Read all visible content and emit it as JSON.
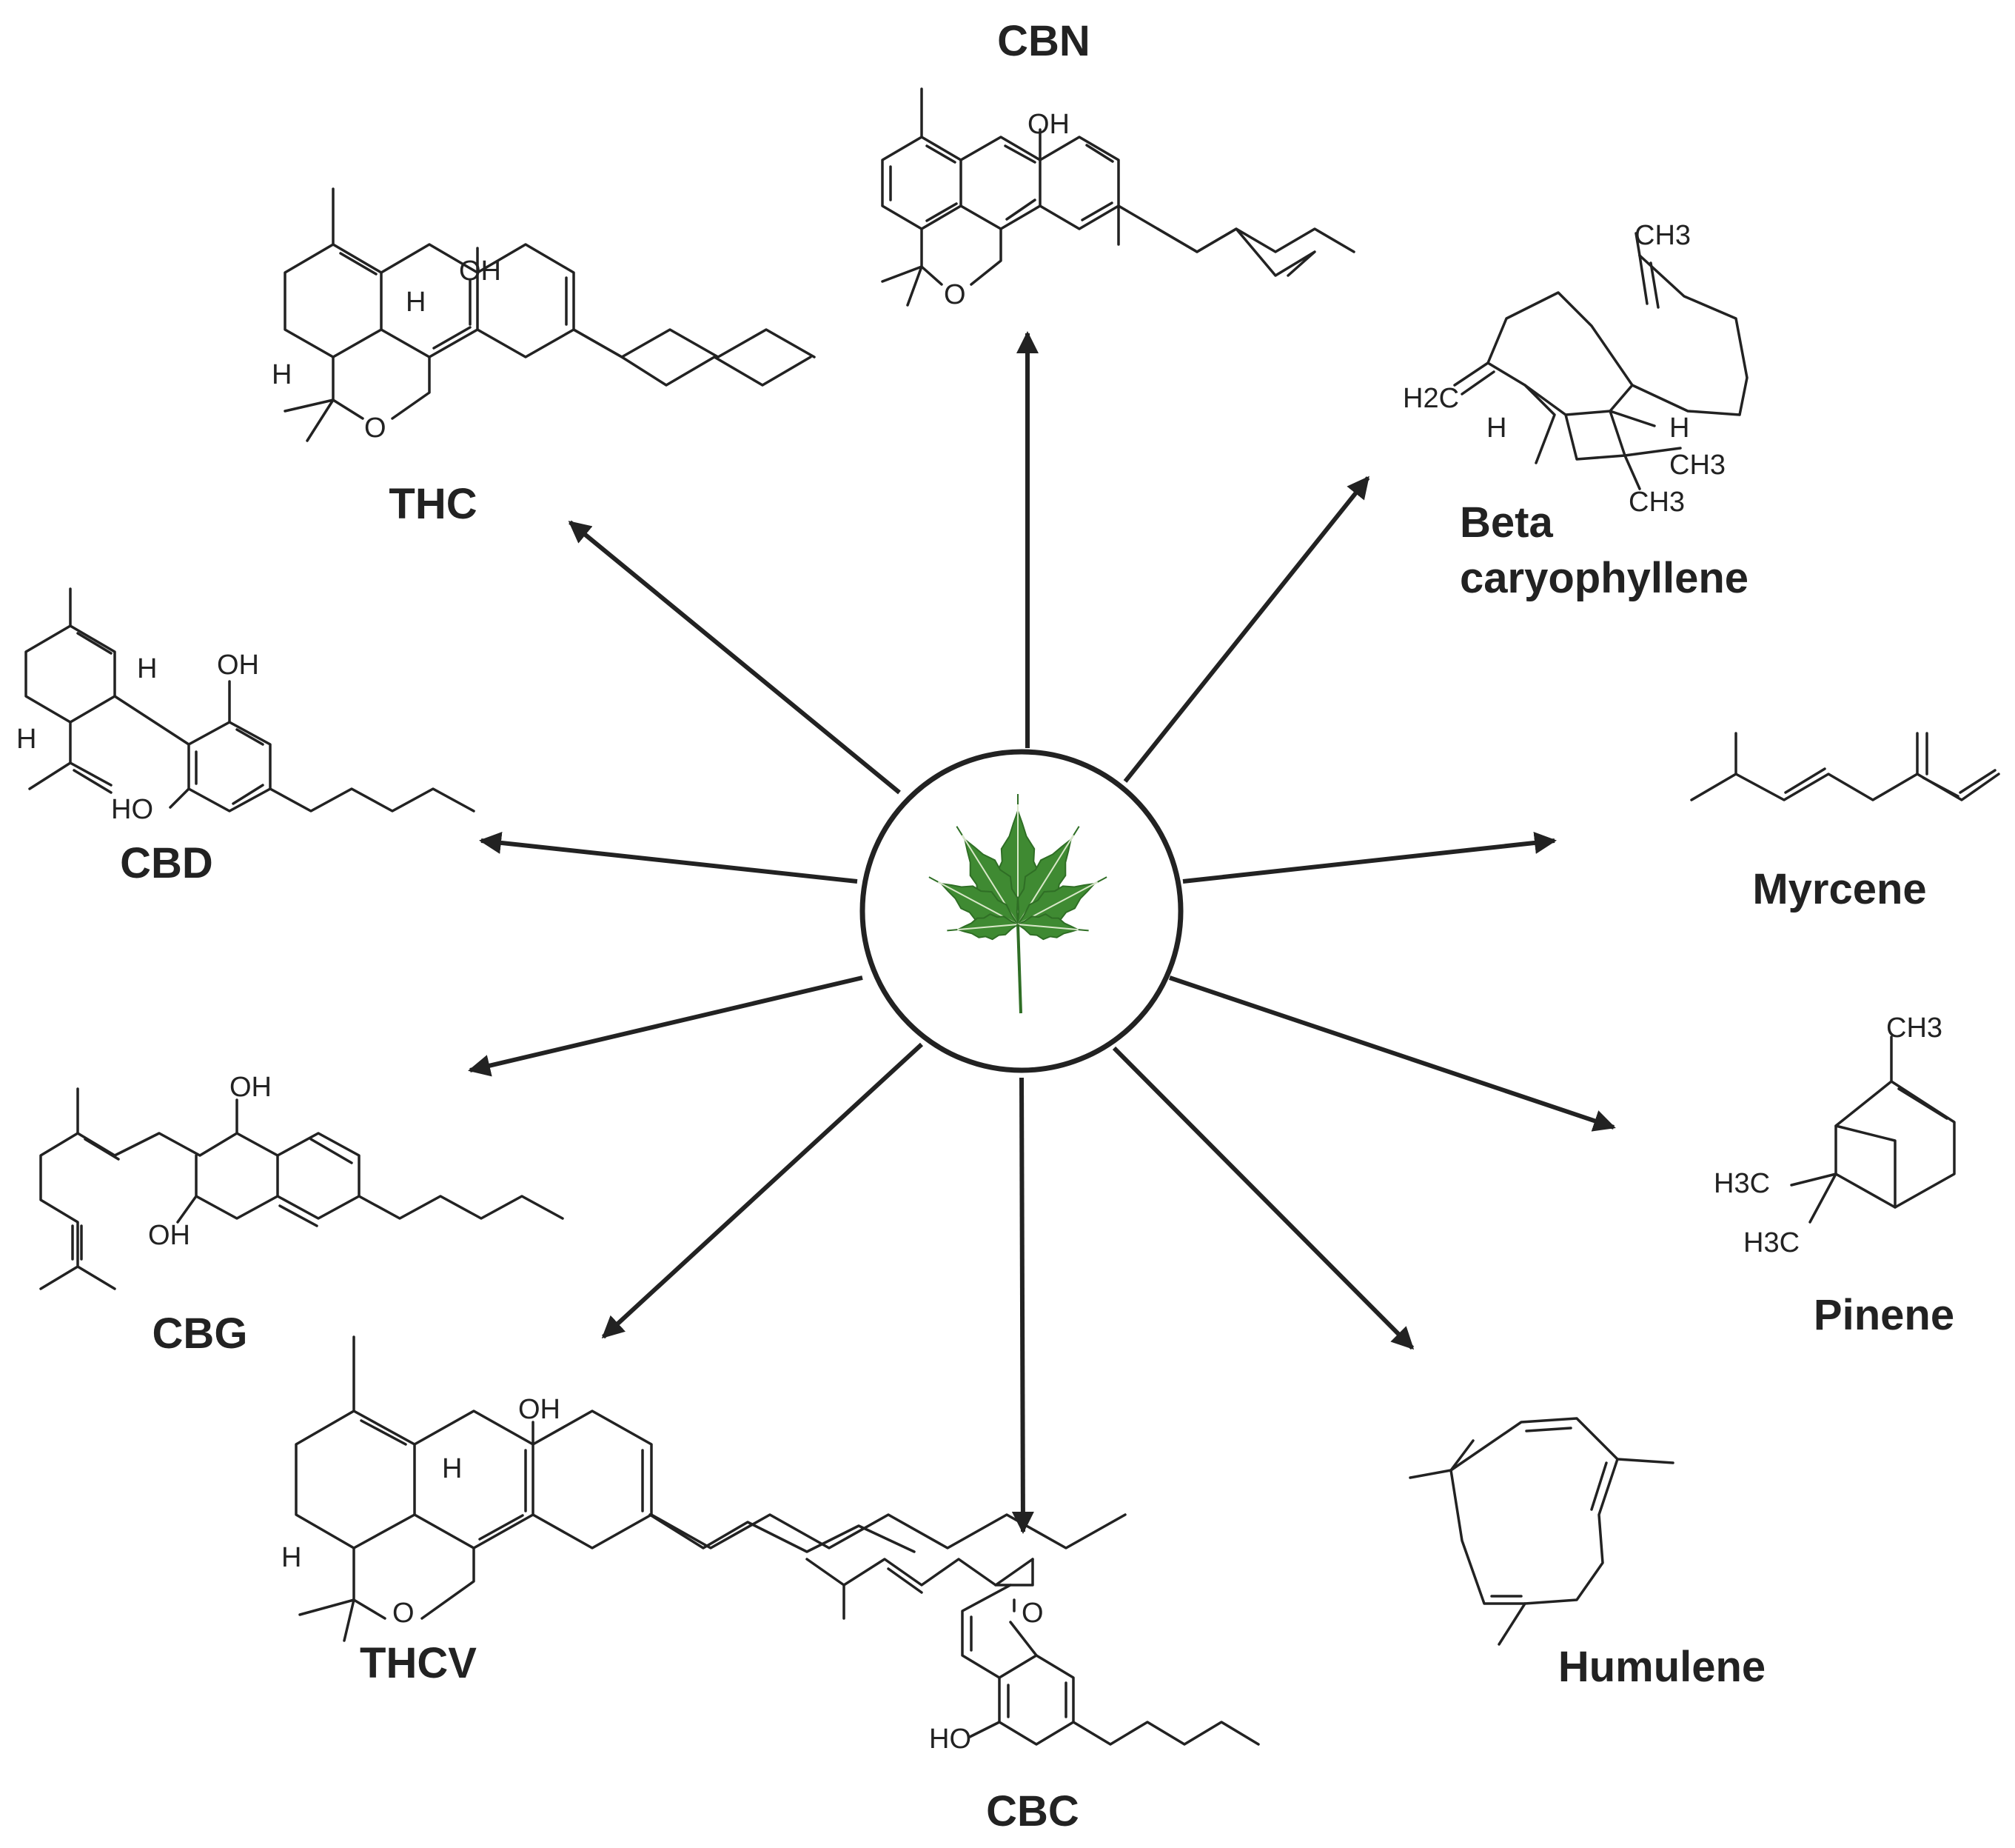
{
  "center": {
    "icon": "cannabis-leaf-icon",
    "leaf_color": "#3f8a32",
    "leaf_dark": "#2f6e25"
  },
  "line_color": "#222222",
  "compounds": [
    {
      "id": "cbn",
      "label": "CBN",
      "atoms": {
        "oh": "OH",
        "o": "O"
      }
    },
    {
      "id": "beta-caryophyllene",
      "label_line1": "Beta",
      "label_line2": "caryophyllene",
      "atoms": {
        "ch3_top": "CH3",
        "h2c": "H2C",
        "h_left": "H",
        "h_right": "H",
        "ch3_a": "CH3",
        "ch3_b": "CH3"
      }
    },
    {
      "id": "myrcene",
      "label": "Myrcene"
    },
    {
      "id": "pinene",
      "label": "Pinene",
      "atoms": {
        "ch3_top": "CH3",
        "h3c_a": "H3C",
        "h3c_b": "H3C"
      }
    },
    {
      "id": "humulene",
      "label": "Humulene"
    },
    {
      "id": "cbc",
      "label": "CBC",
      "atoms": {
        "o": "O",
        "ho": "HO"
      }
    },
    {
      "id": "thcv",
      "label": "THCV",
      "atoms": {
        "oh": "OH",
        "h_top": "H",
        "h_left": "H",
        "o": "O"
      }
    },
    {
      "id": "cbg",
      "label": "CBG",
      "atoms": {
        "oh_top": "OH",
        "oh_bottom": "OH"
      }
    },
    {
      "id": "cbd",
      "label": "CBD",
      "atoms": {
        "oh": "OH",
        "ho": "HO",
        "h_top": "H",
        "h_left": "H"
      }
    },
    {
      "id": "thc",
      "label": "THC",
      "atoms": {
        "oh": "OH",
        "h_top": "H",
        "h_left": "H",
        "o": "O"
      }
    }
  ]
}
